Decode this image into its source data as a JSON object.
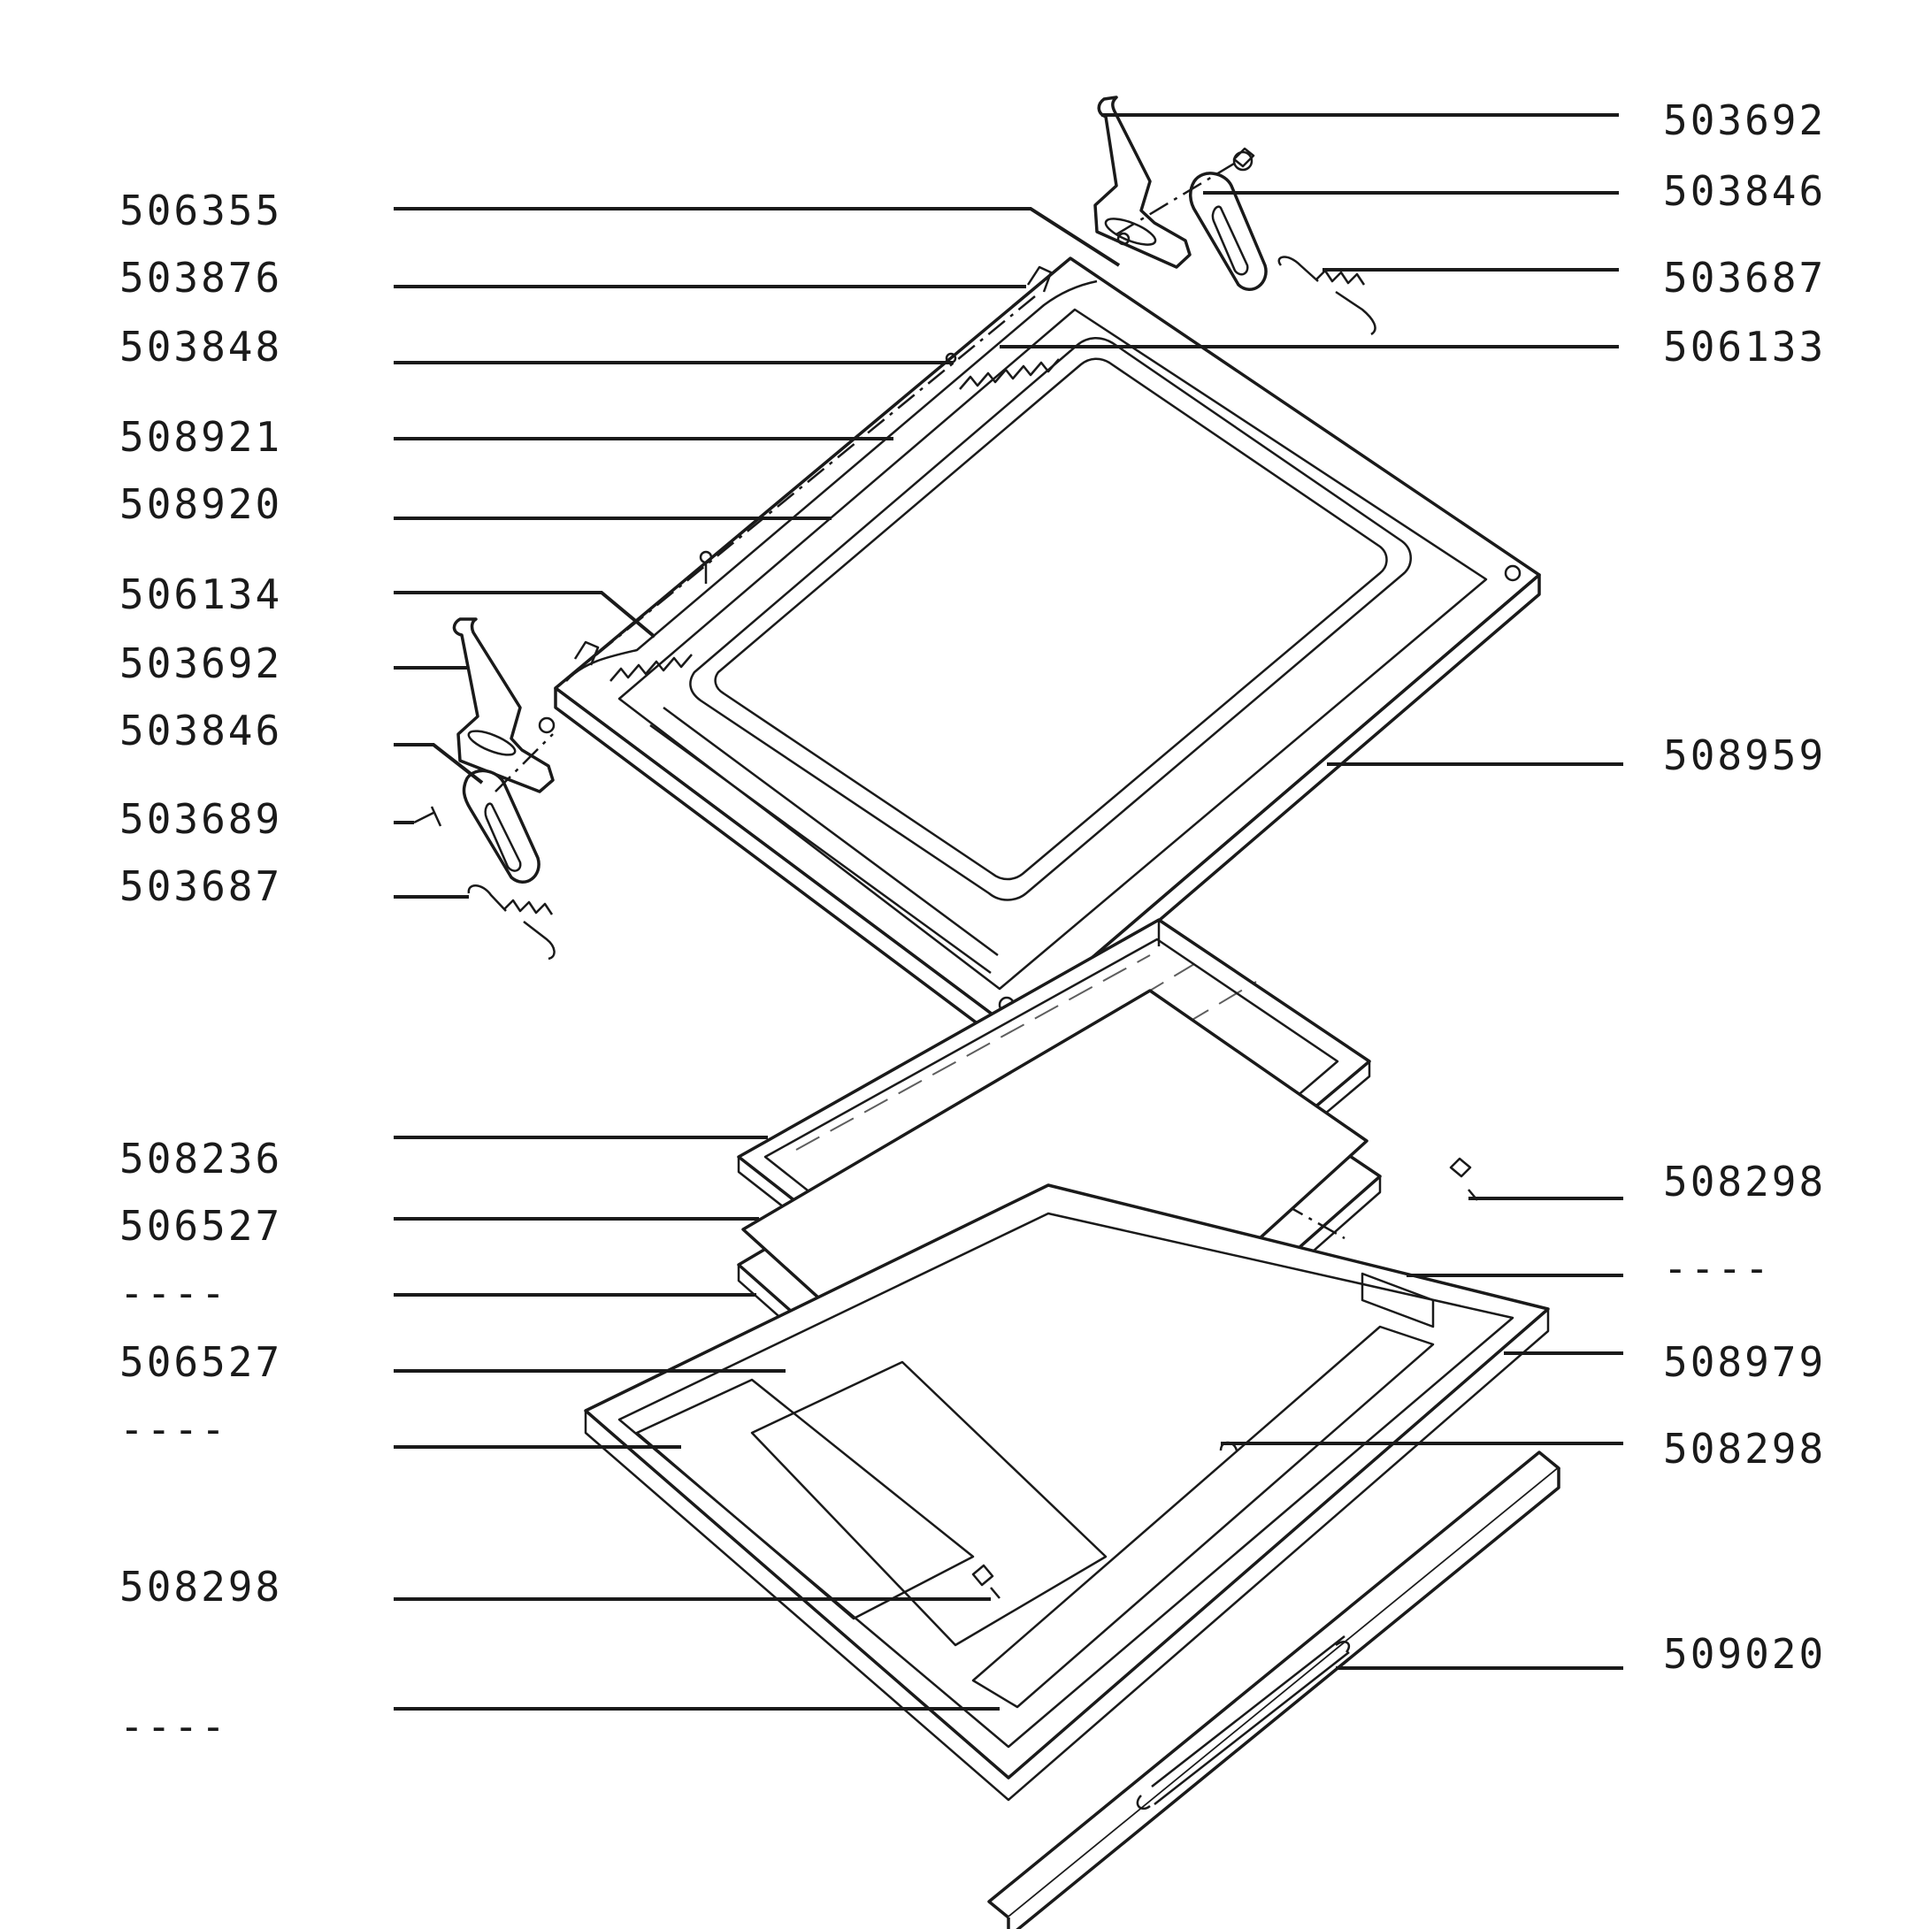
{
  "diagram": {
    "type": "exploded parts diagram",
    "parts": [
      {
        "id": "p1",
        "label": "503692"
      },
      {
        "id": "p2",
        "label": "503846"
      },
      {
        "id": "p3",
        "label": "503687"
      },
      {
        "id": "p4",
        "label": "506133"
      },
      {
        "id": "p5",
        "label": "508959"
      },
      {
        "id": "p6",
        "label": "508298"
      },
      {
        "id": "p7",
        "label": "----"
      },
      {
        "id": "p8",
        "label": "508979"
      },
      {
        "id": "p9",
        "label": "508298"
      },
      {
        "id": "p10",
        "label": "509020"
      },
      {
        "id": "p11",
        "label": "506355"
      },
      {
        "id": "p12",
        "label": "503876"
      },
      {
        "id": "p13",
        "label": "503848"
      },
      {
        "id": "p14",
        "label": "508921"
      },
      {
        "id": "p15",
        "label": "508920"
      },
      {
        "id": "p16",
        "label": "506134"
      },
      {
        "id": "p17",
        "label": "503692"
      },
      {
        "id": "p18",
        "label": "503846"
      },
      {
        "id": "p19",
        "label": "503689"
      },
      {
        "id": "p20",
        "label": "503687"
      },
      {
        "id": "p21",
        "label": "508236"
      },
      {
        "id": "p22",
        "label": "506527"
      },
      {
        "id": "p23",
        "label": "----"
      },
      {
        "id": "p24",
        "label": "506527"
      },
      {
        "id": "p25",
        "label": "----"
      },
      {
        "id": "p26",
        "label": "508298"
      },
      {
        "id": "p27",
        "label": "----"
      }
    ]
  }
}
